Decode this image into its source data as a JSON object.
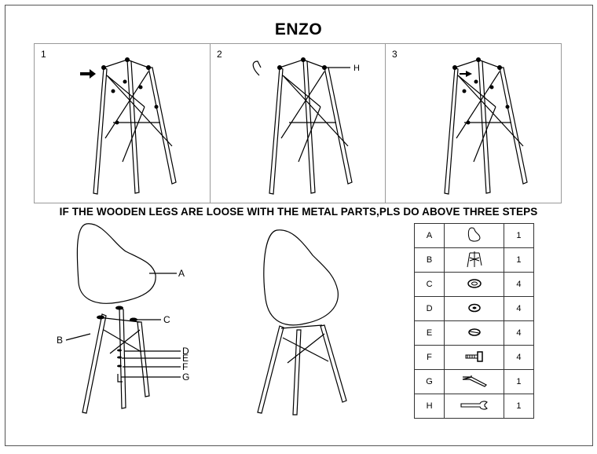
{
  "title": "ENZO",
  "steps": [
    {
      "number": "1"
    },
    {
      "number": "2",
      "callout": "H"
    },
    {
      "number": "3"
    }
  ],
  "notice": "IF THE WOODEN LEGS ARE LOOSE WITH THE METAL PARTS,PLS DO ABOVE THREE STEPS",
  "exploded_labels": [
    "A",
    "B",
    "C",
    "D",
    "E",
    "F",
    "G"
  ],
  "parts": [
    {
      "letter": "A",
      "icon": "seat-shell-icon",
      "qty": "1"
    },
    {
      "letter": "B",
      "icon": "leg-frame-icon",
      "qty": "1"
    },
    {
      "letter": "C",
      "icon": "washer-icon",
      "qty": "4"
    },
    {
      "letter": "D",
      "icon": "flat-washer-icon",
      "qty": "4"
    },
    {
      "letter": "E",
      "icon": "spring-washer-icon",
      "qty": "4"
    },
    {
      "letter": "F",
      "icon": "bolt-icon",
      "qty": "4"
    },
    {
      "letter": "G",
      "icon": "allen-key-icon",
      "qty": "1"
    },
    {
      "letter": "H",
      "icon": "wrench-icon",
      "qty": "1"
    }
  ]
}
